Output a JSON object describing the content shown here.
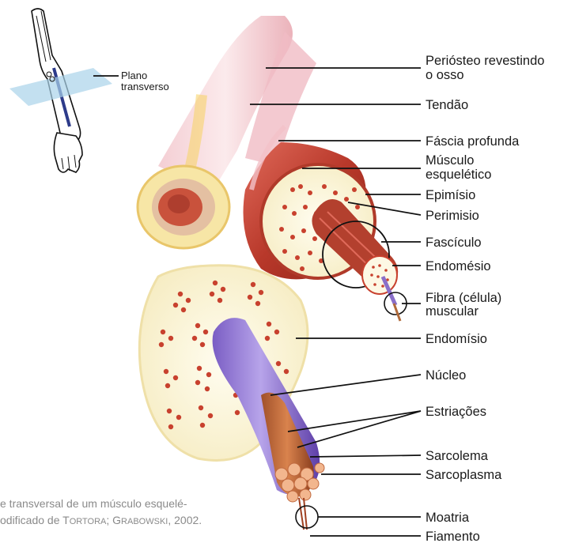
{
  "inset": {
    "plane_label_line1": "Plano",
    "plane_label_line2": "transverso"
  },
  "labels": {
    "periosteo_1": "Perióst​eo revestindo",
    "periosteo_2": "o osso",
    "tendao": "Tendão",
    "fascia_profunda": "Fáscia profunda",
    "musculo_1": "Músculo",
    "musculo_2": "esquelético",
    "epimisio": "Epimísio",
    "perimisio": "Perimisio",
    "fasciculo": "Fascículo",
    "endomesio": "Endomésio",
    "fibra_1": "Fibra (célula)",
    "fibra_2": "muscular",
    "endomisio": "Endomísio",
    "nucleo": "Núcleo",
    "estriacoes": "Estriações",
    "sarcolema": "Sarcolema",
    "sarcoplasma": "Sarcoplasma",
    "moatria": "Moatria",
    "fiamento": "Fiamento"
  },
  "caption": {
    "line1": "e transversal de um músculo esquelé-",
    "line2_a": "odificado de ",
    "line2_t1": "T",
    "line2_t2": "ORTORA",
    "line2_sep": "; ",
    "line2_g1": "G",
    "line2_g2": "RABOWSKI",
    "line2_b": ", 2002."
  },
  "colors": {
    "muscle": "#c0392b",
    "tendon": "#f2c7cc",
    "fiber": "#8a6fc9",
    "cream": "#fbf5d8",
    "bone": "#f7e6a6"
  }
}
